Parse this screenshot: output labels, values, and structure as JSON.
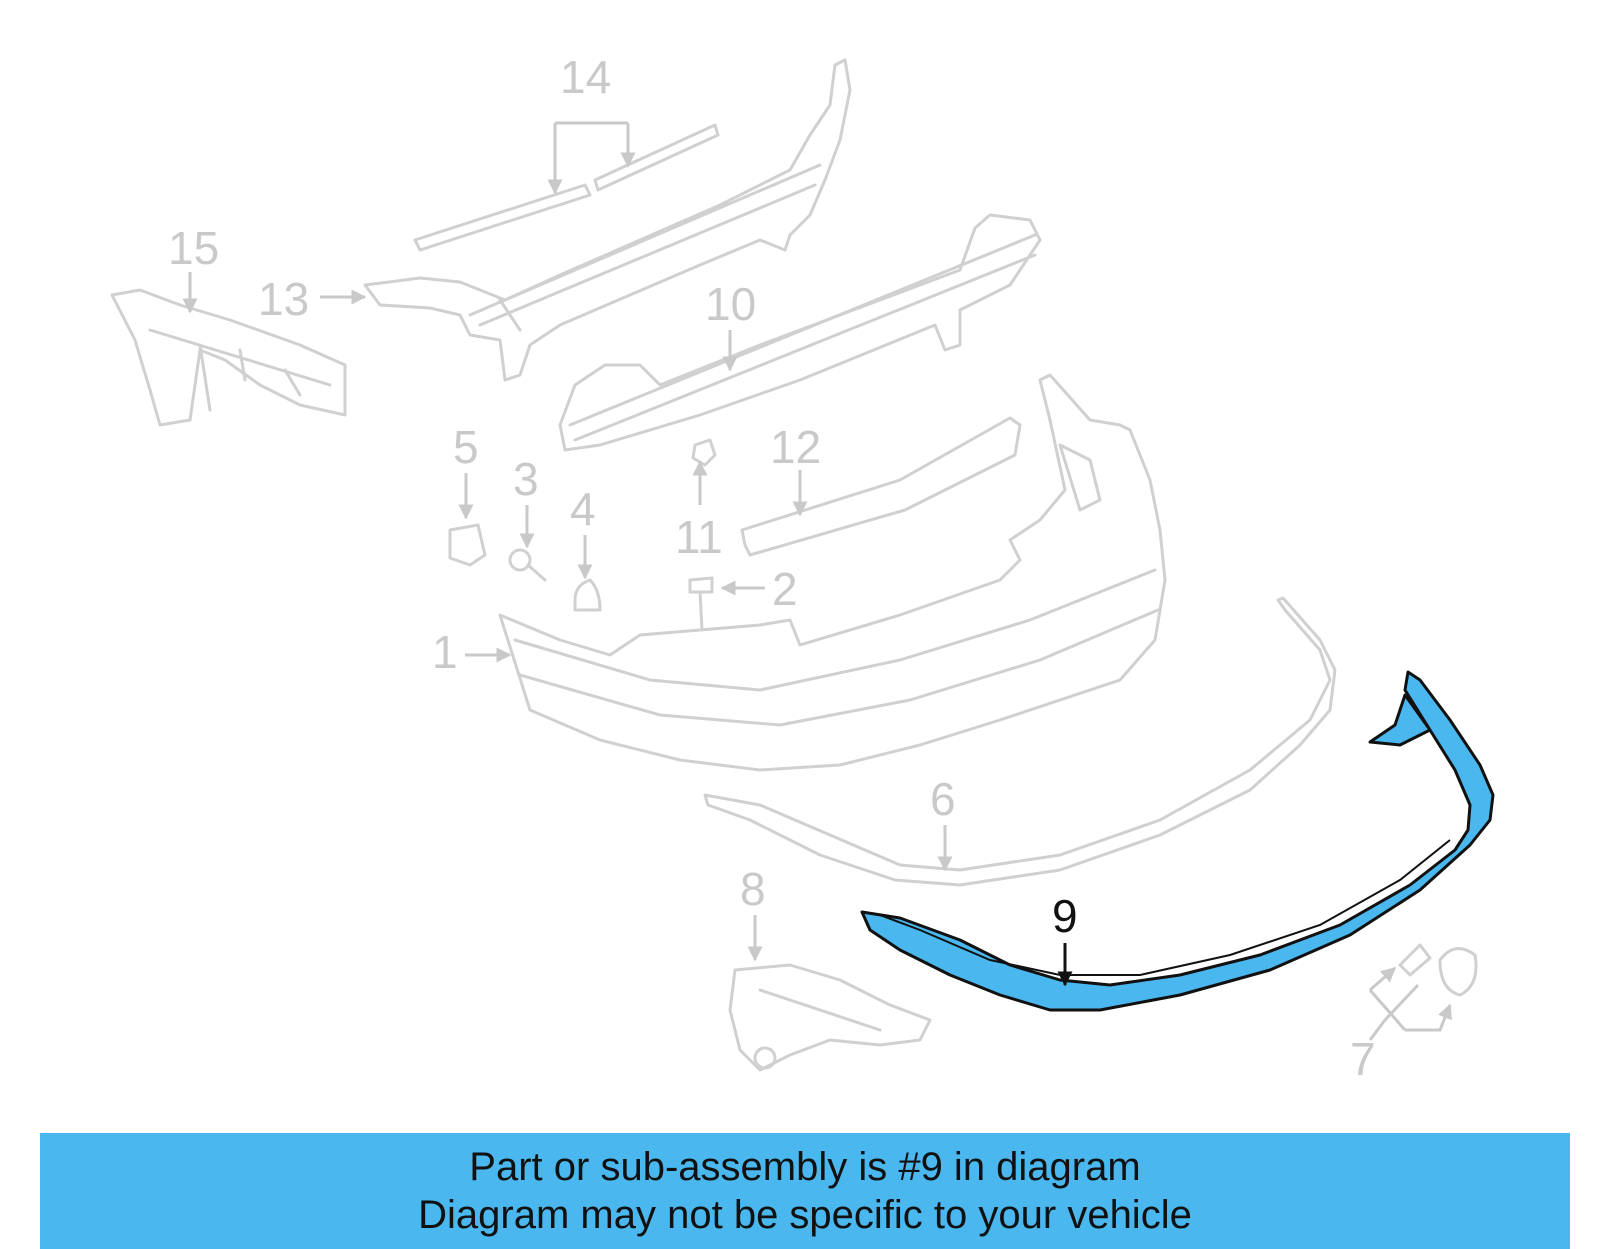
{
  "diagram": {
    "highlight_color": "#4ab8ef",
    "ghost_color": "#d0d0d0",
    "callouts": {
      "c1": "1",
      "c2": "2",
      "c3": "3",
      "c4": "4",
      "c5": "5",
      "c6": "6",
      "c7": "7",
      "c8": "8",
      "c9": "9",
      "c10": "10",
      "c11": "11",
      "c12": "12",
      "c13": "13",
      "c14": "14",
      "c15": "15"
    },
    "highlighted_part": "9"
  },
  "banner": {
    "line1": "Part or sub-assembly is #9 in diagram",
    "line2": "Diagram may not be specific to your vehicle",
    "background": "#4ab8ef"
  }
}
